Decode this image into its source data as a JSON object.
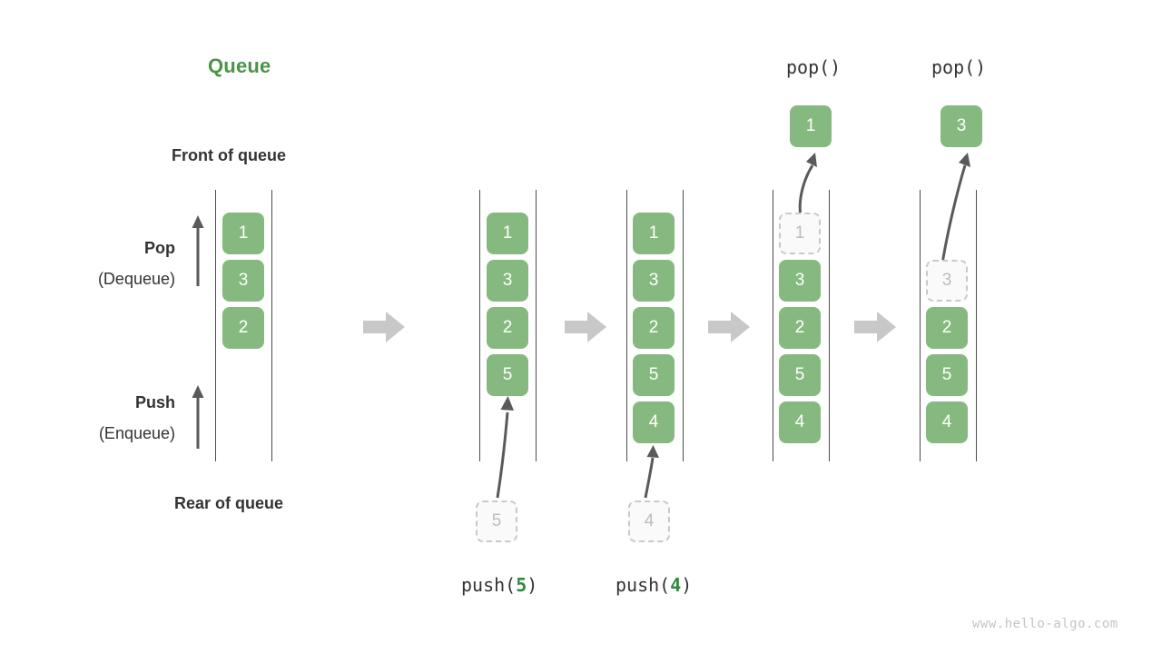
{
  "figure": {
    "title": "Queue",
    "title_color": "#4a9447",
    "accent_color": "#86b97f",
    "watermark": "www.hello-algo.com",
    "front_label": "Front of queue",
    "rear_label": "Rear of queue",
    "pop_label_bold": "Pop",
    "pop_label_paren": "(Dequeue)",
    "push_label_bold": "Push",
    "push_label_paren": "(Enqueue)"
  },
  "stages": [
    {
      "id": "initial",
      "cells": [
        "1",
        "3",
        "2"
      ],
      "ghost": null,
      "incoming": null,
      "outgoing": null,
      "caption": null
    },
    {
      "id": "after-push-5",
      "cells": [
        "1",
        "3",
        "2",
        "5"
      ],
      "ghost": null,
      "incoming": "5",
      "outgoing": null,
      "caption_prefix": "push(",
      "caption_arg": "5",
      "caption_suffix": ")"
    },
    {
      "id": "after-push-4",
      "cells": [
        "1",
        "3",
        "2",
        "5",
        "4"
      ],
      "ghost": null,
      "incoming": "4",
      "outgoing": null,
      "caption_prefix": "push(",
      "caption_arg": "4",
      "caption_suffix": ")"
    },
    {
      "id": "after-pop-1",
      "cells": [
        "3",
        "2",
        "5",
        "4"
      ],
      "ghost": "1",
      "outgoing": "1",
      "op_caption": "pop()"
    },
    {
      "id": "after-pop-3",
      "cells": [
        "2",
        "5",
        "4"
      ],
      "ghost": "3",
      "outgoing": "3",
      "op_caption": "pop()"
    }
  ],
  "icons": {
    "step_arrow": "right-block-arrow",
    "pop_direction": "up-arrow",
    "push_direction": "up-arrow",
    "motion": "curved-up-arrow"
  }
}
